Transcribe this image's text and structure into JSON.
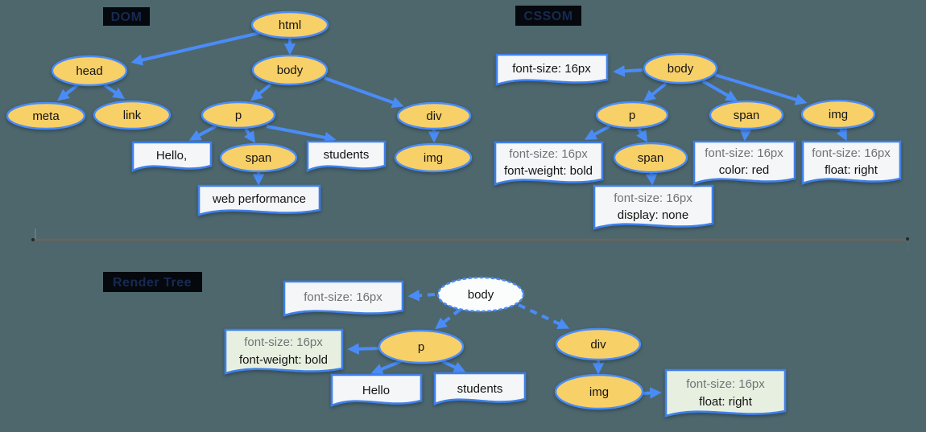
{
  "diagram": {
    "dom": {
      "label": "DOM",
      "nodes": {
        "html": "html",
        "head": "head",
        "body": "body",
        "meta": "meta",
        "link": "link",
        "p": "p",
        "div": "div",
        "span": "span",
        "img": "img"
      },
      "texts": {
        "hello": "Hello,",
        "students": "students",
        "webperf": "web performance"
      }
    },
    "cssom": {
      "label": "CSSOM",
      "nodes": {
        "body": "body",
        "p": "p",
        "span": "span",
        "img": "img",
        "span_child": "span"
      },
      "rules": {
        "body": [
          "font-size: 16px"
        ],
        "p": [
          "font-size: 16px",
          "font-weight: bold"
        ],
        "span_child": [
          "font-size: 16px",
          "display: none"
        ],
        "span": [
          "font-size: 16px",
          "color: red"
        ],
        "img": [
          "font-size: 16px",
          "float: right"
        ]
      }
    },
    "render_tree": {
      "label": "Render Tree",
      "nodes": {
        "body": "body",
        "p": "p",
        "div": "div",
        "img": "img"
      },
      "texts": {
        "hello": "Hello",
        "students": "students"
      },
      "rules": {
        "body": [
          "font-size: 16px"
        ],
        "p": [
          "font-size: 16px",
          "font-weight: bold"
        ],
        "img": [
          "font-size: 16px",
          "float: right"
        ]
      }
    },
    "colors": {
      "background": "#4d676d",
      "node_fill": "#f8d068",
      "node_stroke": "#4a8cf7",
      "box_fill": "#f4f6f7",
      "box_green_fill": "#e7f0e0",
      "arrow_blue": "#4a8cf7",
      "divider_brown": "#6e635c",
      "inherited_text_gray": "#6f7377"
    }
  }
}
